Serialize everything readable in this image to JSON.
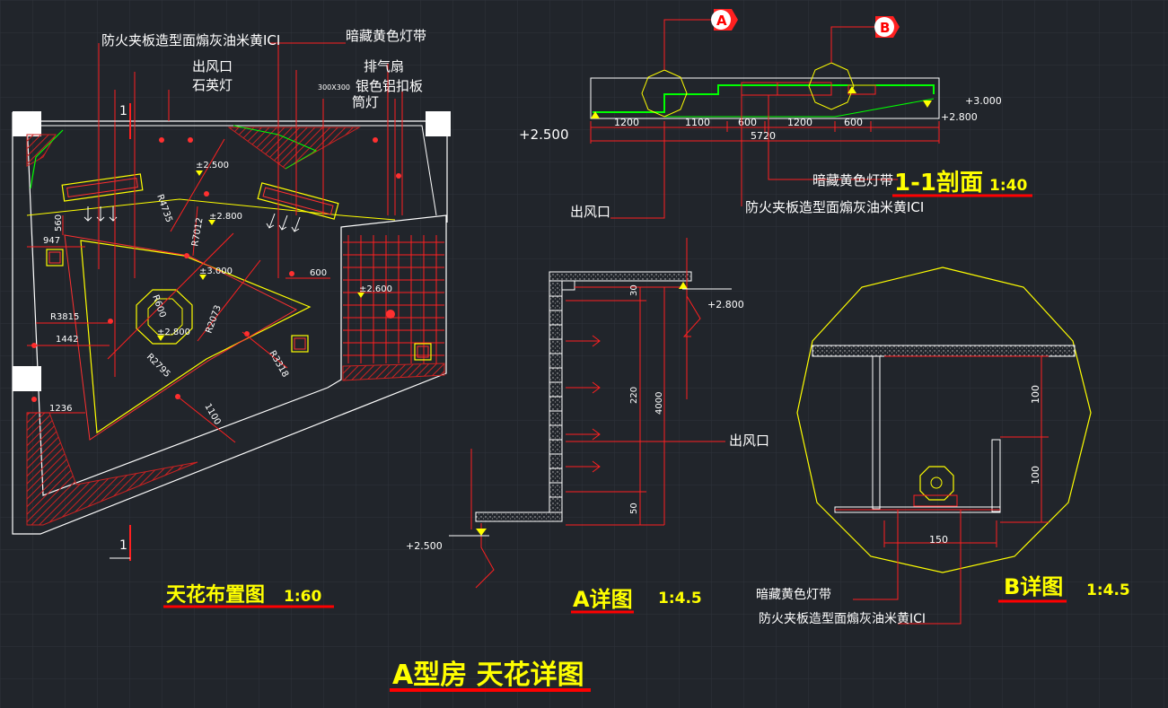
{
  "titles": {
    "main": "A型房 天花详图",
    "plan": "天花布置图",
    "plan_scale": "1:60",
    "section": "1-1剖面",
    "section_scale": "1:40",
    "detail_a": "A详图",
    "detail_a_scale": "1:4.5",
    "detail_b": "B详图",
    "detail_b_scale": "1:4.5"
  },
  "callouts": {
    "plywood_paint": "防火夹板造型面煽灰油米黄ICI",
    "hidden_light_strip": "暗藏黄色灯带",
    "air_outlet": "出风口",
    "quartz_lamp": "石英灯",
    "exhaust_fan": "排气扇",
    "exhaust_size": "300X300",
    "aluminum_panel": "银色铝扣板",
    "downlight": "筒灯"
  },
  "markers": {
    "a": "A",
    "b": "B",
    "cut_1": "1"
  },
  "plan_dims": {
    "lv_2500": "±2.500",
    "lv_2800": "±2.800",
    "lv_3000": "±3.000",
    "lv_2600": "±2.600",
    "d560": "560",
    "d947": "947",
    "d600": "600",
    "d1442": "1442",
    "d1236": "1236",
    "d1100": "1100",
    "r3815": "R3815",
    "r4735": "R4735",
    "r7012": "R7012",
    "r600": "R600",
    "r2073": "R2073",
    "r2795": "R2795",
    "r3318": "R3318"
  },
  "section_dims": {
    "lv_left": "+2.500",
    "lv_right_top": "+3.000",
    "lv_right_bottom": "+2.800",
    "d1200a": "1200",
    "d1100": "1100",
    "d600a": "600",
    "d1200b": "1200",
    "d600b": "600",
    "total": "5720"
  },
  "detail_a_dims": {
    "lv_top": "+2.800",
    "lv_bottom": "+2.500",
    "d30": "30",
    "d220": "220",
    "d4000": "4000",
    "d50": "50"
  },
  "detail_b_dims": {
    "d100a": "100",
    "d100b": "100",
    "d150": "150"
  },
  "colors": {
    "background": "#21252b",
    "line_white": "#ffffff",
    "line_yellow": "#ffff00",
    "line_red": "#ff0000",
    "line_green": "#00ff00",
    "title_underline": "#ff0000"
  }
}
